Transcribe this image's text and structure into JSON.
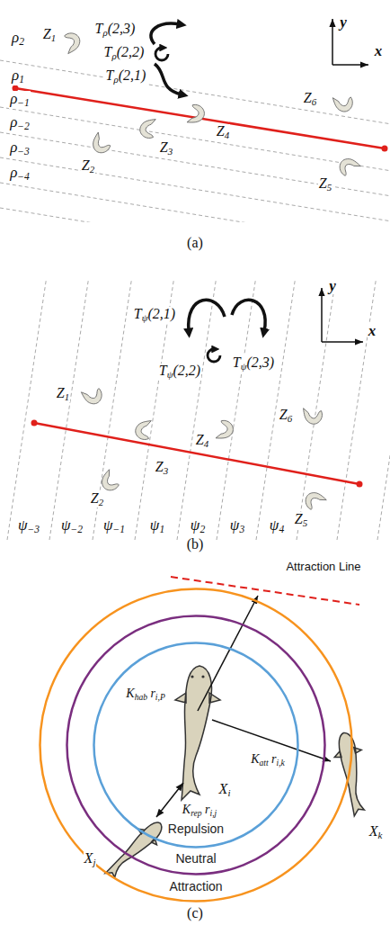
{
  "diagram": {
    "nodes": [
      {
        "text": [
          "Attraction"
        ]
      },
      {
        "text": [
          "Neutral"
        ],
        "in": 0
      },
      {
        "text": [
          "Repulsion"
        ],
        "in": 1
      }
    ],
    "labels": [
      "ρ2",
      "ρ1",
      "ρ−1",
      "ρ−2",
      "ρ−3",
      "ρ−4",
      "Z1",
      "Tρ(2,3)",
      "Tρ(2,2)",
      "Tρ(2,1)",
      "y",
      "x",
      "Z4",
      "Z6",
      "Z3",
      "Z2",
      "Z5",
      "(a)",
      "Z1",
      "Tψ(2,1)",
      "Tψ(2,2)",
      "Tψ(2,3)",
      "y",
      "x",
      "Z6",
      "Z4",
      "Z3",
      "Z2",
      "Z5",
      "ψ−3",
      "ψ−2",
      "ψ−1",
      "ψ1",
      "ψ2",
      "ψ3",
      "ψ4",
      "(b)",
      "Attraction Line",
      "Khab ri,P",
      "Krep ri,j",
      "Katt ri,k",
      "Xj",
      "Xi",
      "Xk",
      "(c)"
    ]
  }
}
